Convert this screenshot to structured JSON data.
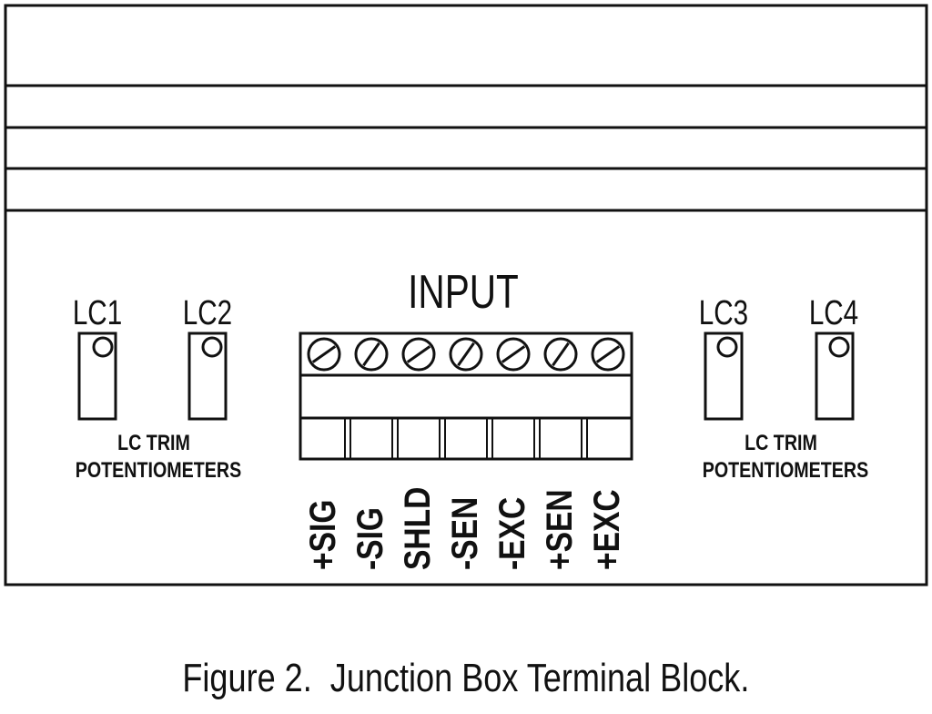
{
  "diagram": {
    "input_label": "INPUT",
    "left_group": {
      "pots": [
        {
          "label": "LC1"
        },
        {
          "label": "LC2"
        }
      ],
      "trim_label_line1": "LC TRIM",
      "trim_label_line2": "POTENTIOMETERS"
    },
    "right_group": {
      "pots": [
        {
          "label": "LC3"
        },
        {
          "label": "LC4"
        }
      ],
      "trim_label_line1": "LC TRIM",
      "trim_label_line2": "POTENTIOMETERS"
    },
    "terminals": [
      {
        "label": "+SIG"
      },
      {
        "label": "-SIG"
      },
      {
        "label": "SHLD"
      },
      {
        "label": "-SEN"
      },
      {
        "label": "-EXC"
      },
      {
        "label": "+SEN"
      },
      {
        "label": "+EXC"
      }
    ]
  },
  "caption": "Figure 2.  Junction Box Terminal Block."
}
